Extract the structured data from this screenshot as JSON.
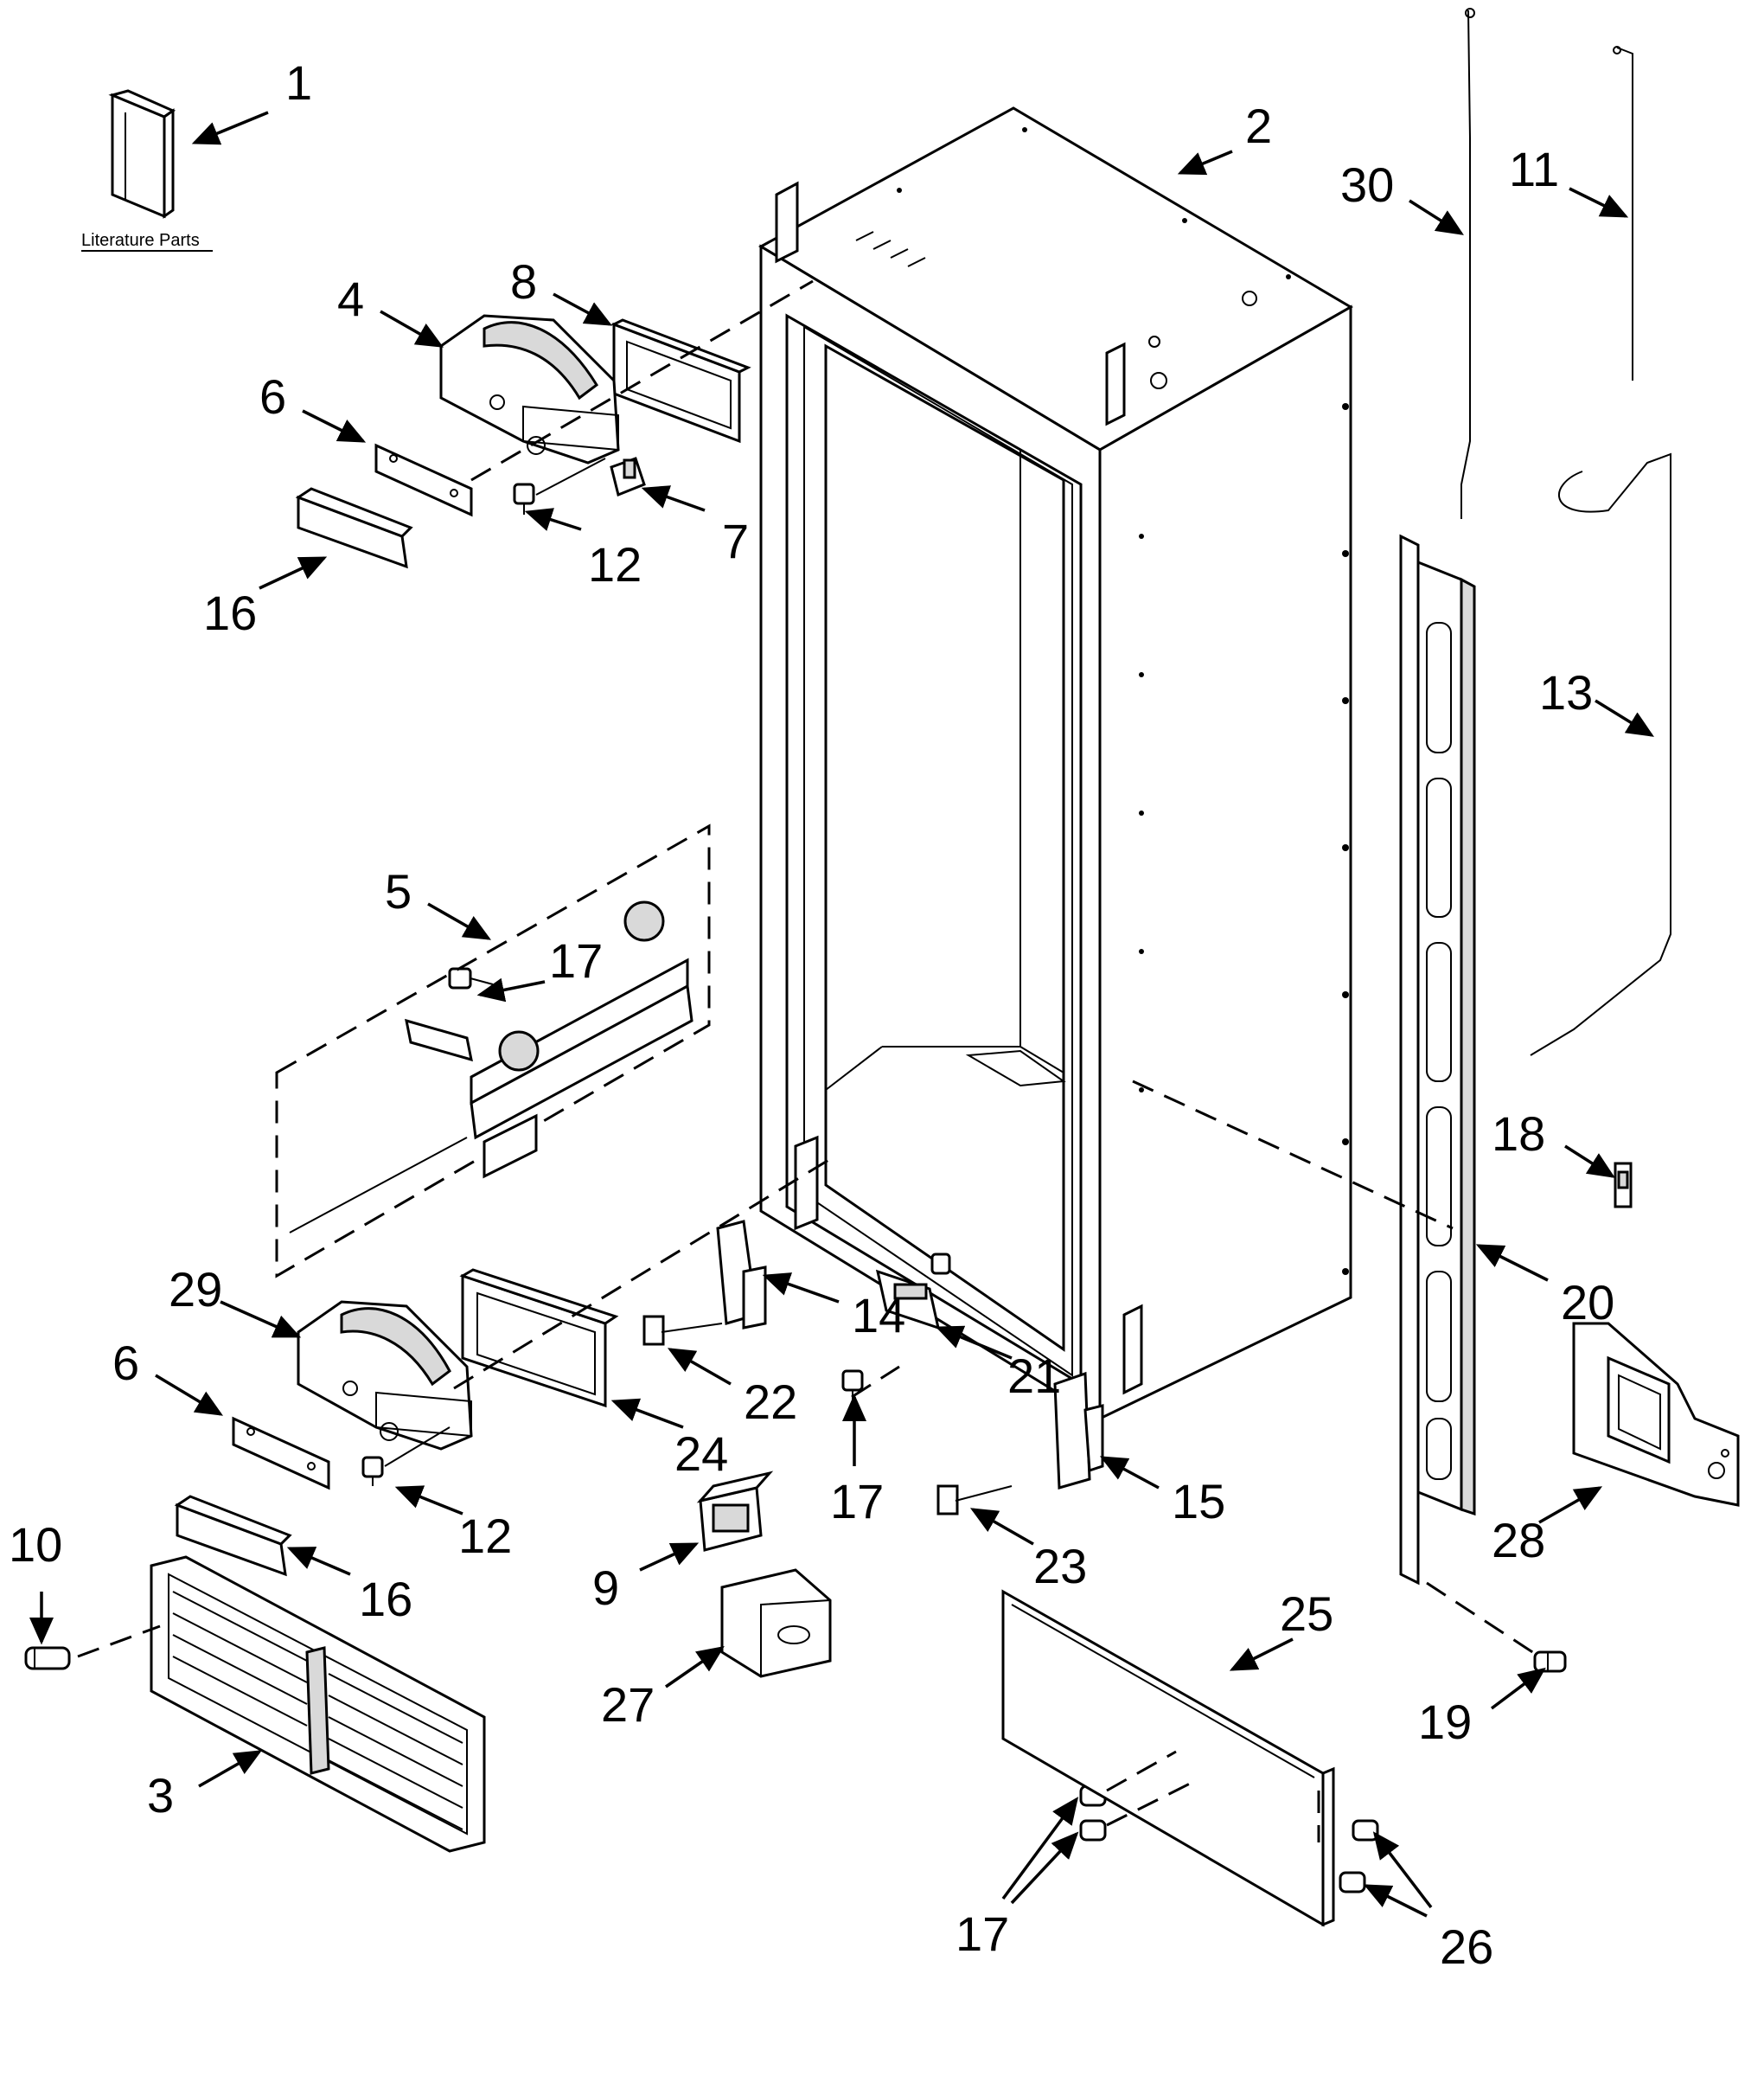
{
  "literature_caption": "Literature Parts",
  "callouts": [
    {
      "id": "c1",
      "text": "1"
    },
    {
      "id": "c2",
      "text": "2"
    },
    {
      "id": "c30",
      "text": "30"
    },
    {
      "id": "c11",
      "text": "11"
    },
    {
      "id": "c8",
      "text": "8"
    },
    {
      "id": "c4",
      "text": "4"
    },
    {
      "id": "c6a",
      "text": "6"
    },
    {
      "id": "c7",
      "text": "7"
    },
    {
      "id": "c12a",
      "text": "12"
    },
    {
      "id": "c16a",
      "text": "16"
    },
    {
      "id": "c13",
      "text": "13"
    },
    {
      "id": "c5",
      "text": "5"
    },
    {
      "id": "c17a",
      "text": "17"
    },
    {
      "id": "c18",
      "text": "18"
    },
    {
      "id": "c20",
      "text": "20"
    },
    {
      "id": "c29",
      "text": "29"
    },
    {
      "id": "c14",
      "text": "14"
    },
    {
      "id": "c6b",
      "text": "6"
    },
    {
      "id": "c21",
      "text": "21"
    },
    {
      "id": "c22",
      "text": "22"
    },
    {
      "id": "c24",
      "text": "24"
    },
    {
      "id": "c17b",
      "text": "17"
    },
    {
      "id": "c15",
      "text": "15"
    },
    {
      "id": "c12b",
      "text": "12"
    },
    {
      "id": "c28",
      "text": "28"
    },
    {
      "id": "c10",
      "text": "10"
    },
    {
      "id": "c16b",
      "text": "16"
    },
    {
      "id": "c23",
      "text": "23"
    },
    {
      "id": "c9",
      "text": "9"
    },
    {
      "id": "c25",
      "text": "25"
    },
    {
      "id": "c27",
      "text": "27"
    },
    {
      "id": "c19",
      "text": "19"
    },
    {
      "id": "c3",
      "text": "3"
    },
    {
      "id": "c17c",
      "text": "17"
    },
    {
      "id": "c26",
      "text": "26"
    }
  ]
}
